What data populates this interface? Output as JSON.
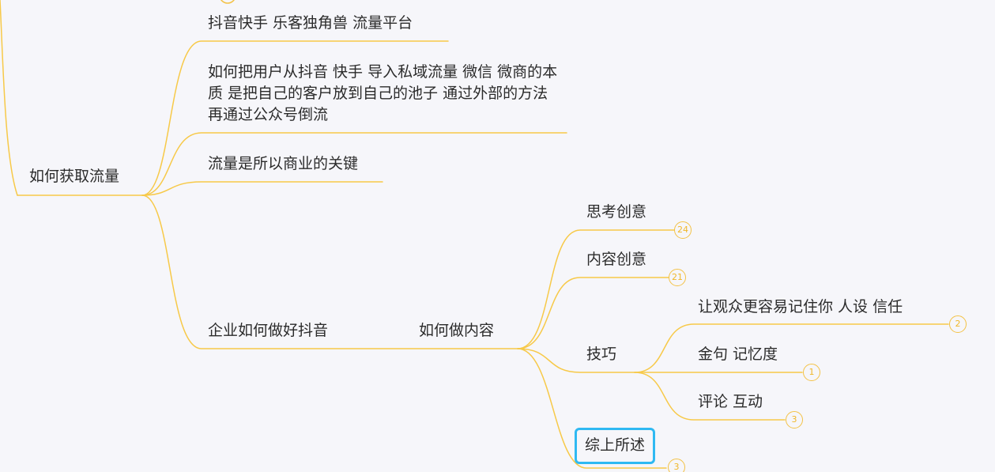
{
  "colors": {
    "branch": "#f7c948",
    "selected_border": "#2fb9f2",
    "badge": "#f0b72a"
  },
  "nodes": {
    "traffic_platform": "抖音快手 乐客独角兽  流量平台",
    "private_domain": "如何把用户从抖音 快手 导入私域流量  微信   微商的本质 是把自己的客户放到自己的池子  通过外部的方法 再通过公众号倒流",
    "traffic_key": "流量是所以商业的关键",
    "get_traffic": "如何获取流量",
    "enterprise_douyin": "企业如何做好抖音",
    "make_content": "如何做内容",
    "thinking_creative": "思考创意",
    "content_creative": "内容创意",
    "skills": "技巧",
    "summary": "综上所述",
    "memorable": "让观众更容易记住你   人设   信任",
    "golden_sentence": "金句 记忆度",
    "comment_interact": "评论 互动"
  },
  "badges": {
    "thinking_creative": "24",
    "content_creative": "21",
    "memorable": "2",
    "golden_sentence": "1",
    "comment_interact": "3",
    "summary": "3"
  }
}
